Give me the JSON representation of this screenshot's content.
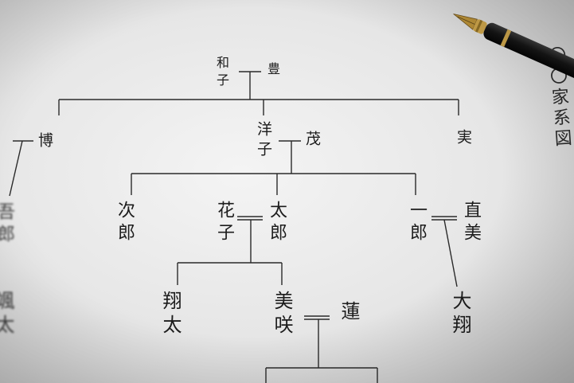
{
  "document_title": "〇〇家系図",
  "people": {
    "kazuko": "和子",
    "yutaka": "豊",
    "hiroshi": "博",
    "yoko": "洋子",
    "shigeru": "茂",
    "minoru": "実",
    "goro_partial": "吾郎",
    "jiro": "次郎",
    "hanako": "花子",
    "taro": "太郎",
    "ichiro": "一郎",
    "naomi": "直美",
    "hayate_partial": "颯太",
    "shota": "翔太",
    "misaki": "美咲",
    "ren": "蓮",
    "daisho": "大翔"
  },
  "pen": {
    "body_color": "#151515",
    "trim_color": "#c9a24a"
  }
}
